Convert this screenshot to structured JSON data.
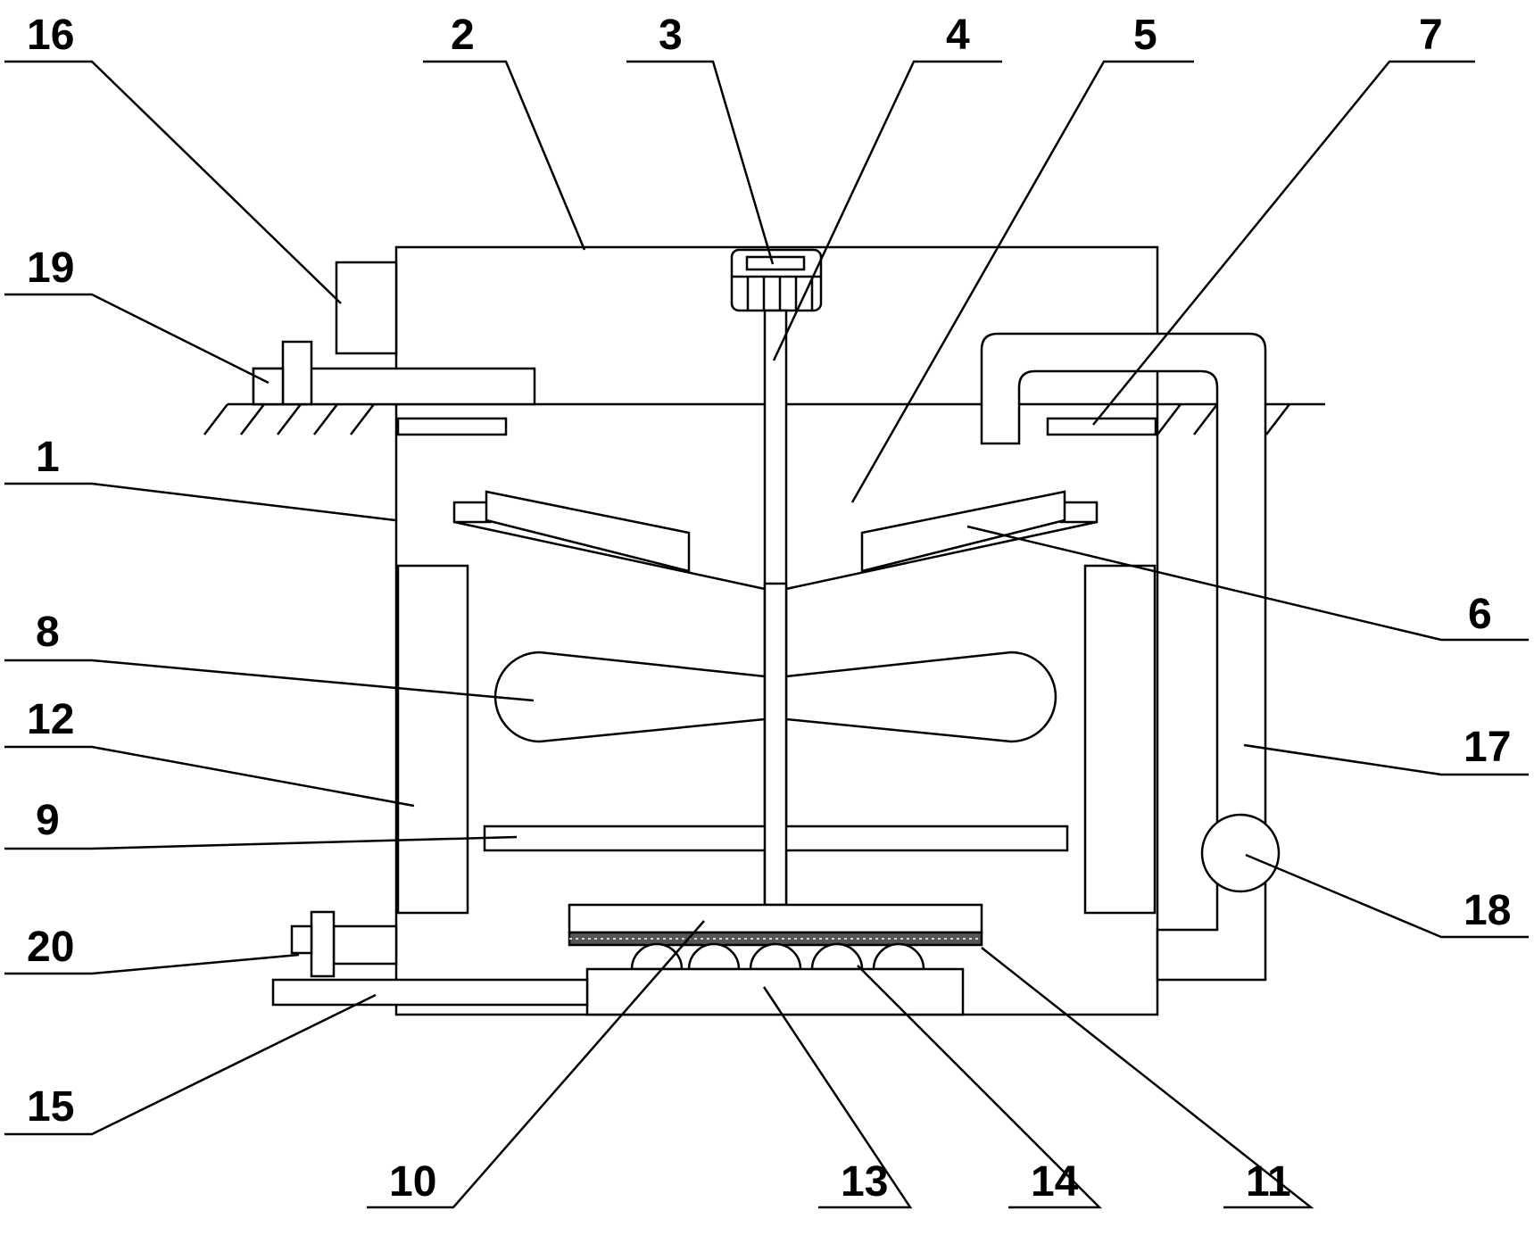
{
  "labels": {
    "l1": "1",
    "l2": "2",
    "l3": "3",
    "l4": "4",
    "l5": "5",
    "l6": "6",
    "l7": "7",
    "l8": "8",
    "l9": "9",
    "l10": "10",
    "l11": "11",
    "l12": "12",
    "l13": "13",
    "l14": "14",
    "l15": "15",
    "l16": "16",
    "l17": "17",
    "l18": "18",
    "l19": "19",
    "l20": "20"
  },
  "colors": {
    "stroke": "#000000",
    "background": "#ffffff"
  }
}
